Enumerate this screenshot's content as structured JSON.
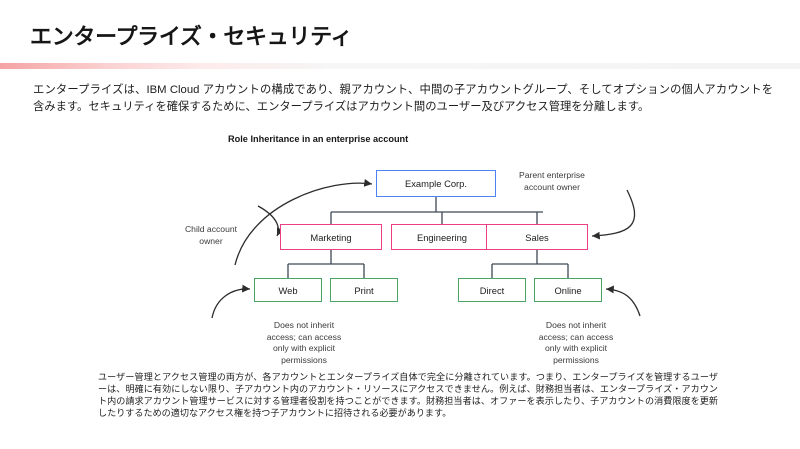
{
  "slide": {
    "title": "エンタープライズ・セキュリティ",
    "accent_color": "#f5a3a3",
    "intro_paragraph": "エンタープライズは、IBM Cloud アカウントの構成であり、親アカウント、中間の子アカウントグループ、そしてオプションの個人アカウントを含みます。セキュリティを確保するために、エンタープライズはアカウント間のユーザー及びアクセス管理を分離します。",
    "body_paragraph": "ユーザー管理とアクセス管理の両方が、各アカウントとエンタープライズ自体で完全に分離されています。つまり、エンタープライズを管理するユーザーは、明確に有効にしない限り、子アカウント内のアカウント・リソースにアクセスできません。例えば、財務担当者は、エンタープライズ・アカウント内の請求アカウント管理サービスに対する管理者役割を持つことができます。財務担当者は、オファーを表示したり、子アカウントの消費限度を更新したりするための適切なアクセス権を持つ子アカウントに招待される必要があります。"
  },
  "diagram": {
    "title": "Role Inheritance in an enterprise account",
    "colors": {
      "root_border": "#4d82f3",
      "group_border": "#ee3e86",
      "leaf_border": "#4aa564",
      "connector": "#3f4954"
    },
    "nodes": {
      "root": "Example Corp.",
      "marketing": "Marketing",
      "engineering": "Engineering",
      "sales": "Sales",
      "web": "Web",
      "print": "Print",
      "direct": "Direct",
      "online": "Online"
    },
    "labels": {
      "parent_owner": "Parent enterprise\naccount owner",
      "child_owner": "Child account\nowner",
      "note_left": "Does not inherit\naccess; can access\nonly with explicit\npermissions",
      "note_right": "Does not inherit\naccess; can access\nonly with explicit\npermissions"
    }
  }
}
